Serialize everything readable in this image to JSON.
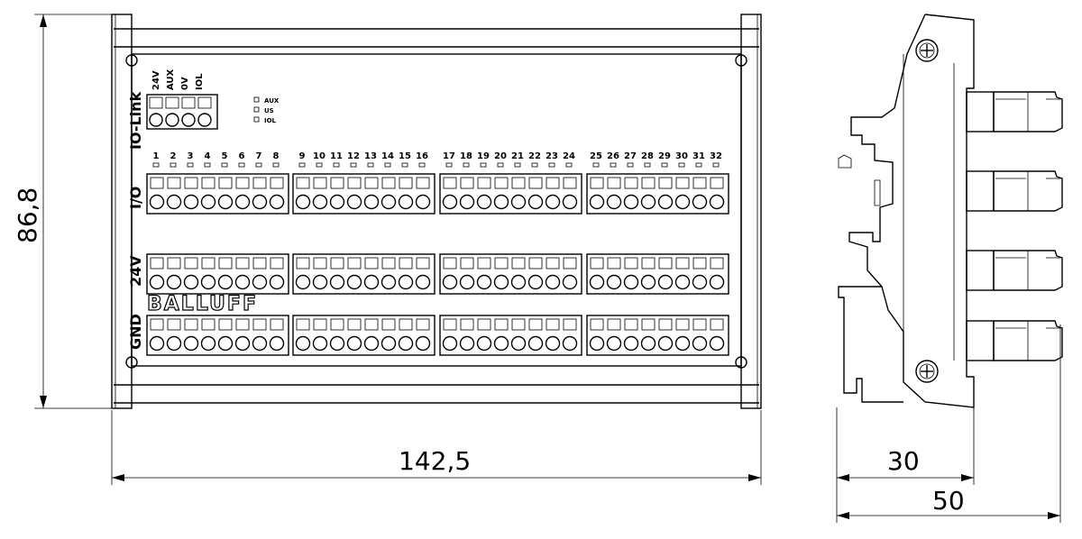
{
  "dimensions": {
    "height": "86,8",
    "width": "142,5",
    "depth_inner": "30",
    "depth_outer": "50"
  },
  "brand": "BALLUFF",
  "row_labels": {
    "iolink": "IO-Link",
    "io": "I/O",
    "v24": "24V",
    "gnd": "GND"
  },
  "iolink_pins": [
    "24V",
    "AUX",
    "0V",
    "IOL"
  ],
  "led_labels": [
    "AUX",
    "US",
    "IOL"
  ],
  "channel_numbers": [
    "1",
    "2",
    "3",
    "4",
    "5",
    "6",
    "7",
    "8",
    "9",
    "10",
    "11",
    "12",
    "13",
    "14",
    "15",
    "16",
    "17",
    "18",
    "19",
    "20",
    "21",
    "22",
    "23",
    "24",
    "25",
    "26",
    "27",
    "28",
    "29",
    "30",
    "31",
    "32"
  ]
}
